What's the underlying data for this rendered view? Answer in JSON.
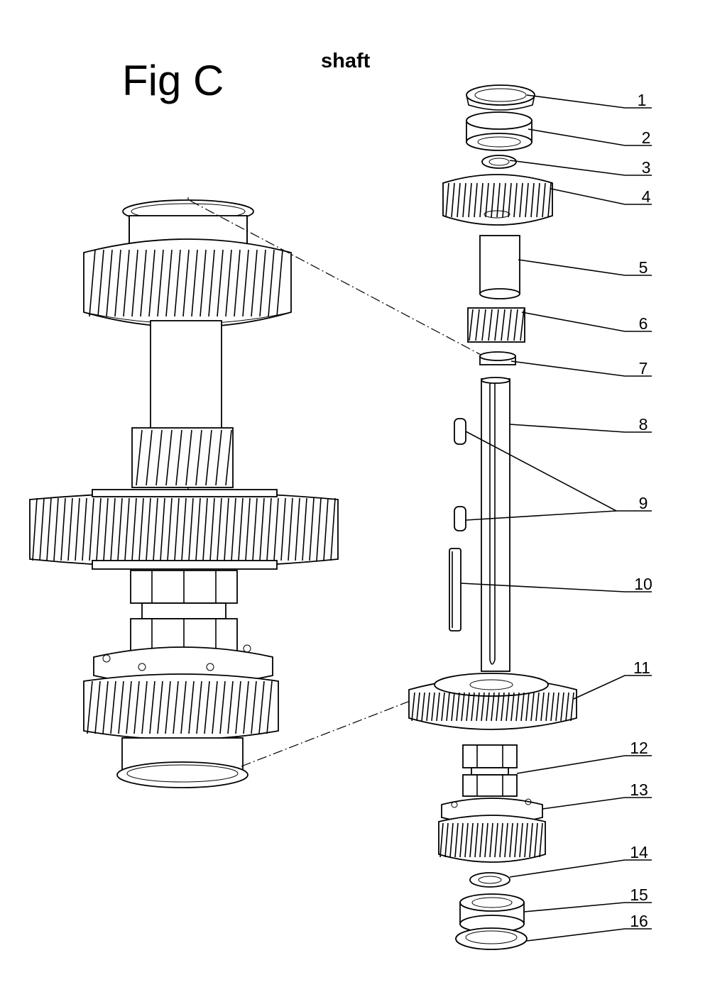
{
  "header": {
    "figure_label": "Fig C",
    "subtitle": "shaft"
  },
  "callouts": [
    {
      "number": "1",
      "part": "bearing cover"
    },
    {
      "number": "2",
      "part": "bearing"
    },
    {
      "number": "3",
      "part": "washer"
    },
    {
      "number": "4",
      "part": "gear"
    },
    {
      "number": "5",
      "part": "spacer sleeve"
    },
    {
      "number": "6",
      "part": "pinion"
    },
    {
      "number": "7",
      "part": "spacer ring"
    },
    {
      "number": "8",
      "part": "shaft"
    },
    {
      "number": "9",
      "part": "key"
    },
    {
      "number": "10",
      "part": "key"
    },
    {
      "number": "11",
      "part": "gear"
    },
    {
      "number": "12",
      "part": "nut"
    },
    {
      "number": "13",
      "part": "gear hub"
    },
    {
      "number": "14",
      "part": "washer"
    },
    {
      "number": "15",
      "part": "bearing"
    },
    {
      "number": "16",
      "part": "bearing cover"
    }
  ]
}
